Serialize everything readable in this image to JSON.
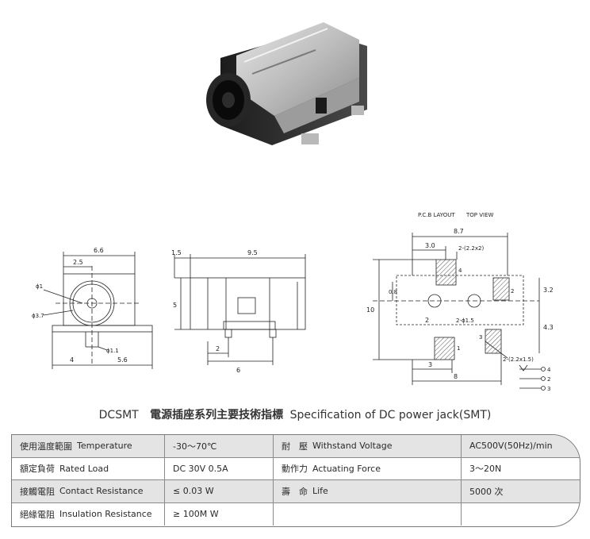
{
  "photo": {
    "icon": "dc-power-jack-photo"
  },
  "drawing": {
    "left": {
      "dims": {
        "width_total": "6.6",
        "to_center": "2.5",
        "phi1": "ϕ1",
        "phi37": "ϕ3.7",
        "phi11": "ϕ1.1",
        "base_left": "4",
        "base_right": "5.6"
      }
    },
    "side": {
      "dims": {
        "front": "1.5",
        "length": "9.5",
        "height": "5",
        "pin_a": "2",
        "pin_b": "6"
      }
    },
    "pcb": {
      "title": "P.C.B LAYOUT",
      "subtitle": "TOP VIEW",
      "dims": {
        "width": "8.7",
        "offset": "3.0",
        "pad_top": "2-(2.2x2)",
        "d08": "0.8",
        "height": "10",
        "r32": "3.2",
        "r43": "4.3",
        "holes": "2-ϕ1.5",
        "d2": "2",
        "d3": "3",
        "bottom": "8",
        "pad_bottom": "2-(2.2x1.5)"
      },
      "pins": [
        "1",
        "2",
        "3",
        "4"
      ]
    }
  },
  "spec": {
    "title_en1": "DCSMT",
    "title_cn": "電源插座系列主要技術指標",
    "title_en2": "Specification of DC power jack(SMT)",
    "rows": [
      {
        "l1_cn": "使用溫度範圍",
        "l1_en": "Temperature",
        "v1": "-30～70℃",
        "l2_cn": "耐　壓",
        "l2_en": "Withstand Voltage",
        "v2": "AC500V(50Hz)/min"
      },
      {
        "l1_cn": "額定負荷",
        "l1_en": "Rated Load",
        "v1": "DC 30V 0.5A",
        "l2_cn": "動作力",
        "l2_en": "Actuating Force",
        "v2": "3～20N"
      },
      {
        "l1_cn": "接觸電阻",
        "l1_en": "Contact Resistance",
        "v1": "≤ 0.03 W",
        "l2_cn": "壽　命",
        "l2_en": "Life",
        "v2": "5000 次"
      },
      {
        "l1_cn": "絕緣電阻",
        "l1_en": "Insulation Resistance",
        "v1": "≥ 100M W",
        "l2_cn": "",
        "l2_en": "",
        "v2": ""
      }
    ]
  },
  "colors": {
    "shade": "#e4e4e4",
    "line": "#222222",
    "hatch": "#555555"
  }
}
